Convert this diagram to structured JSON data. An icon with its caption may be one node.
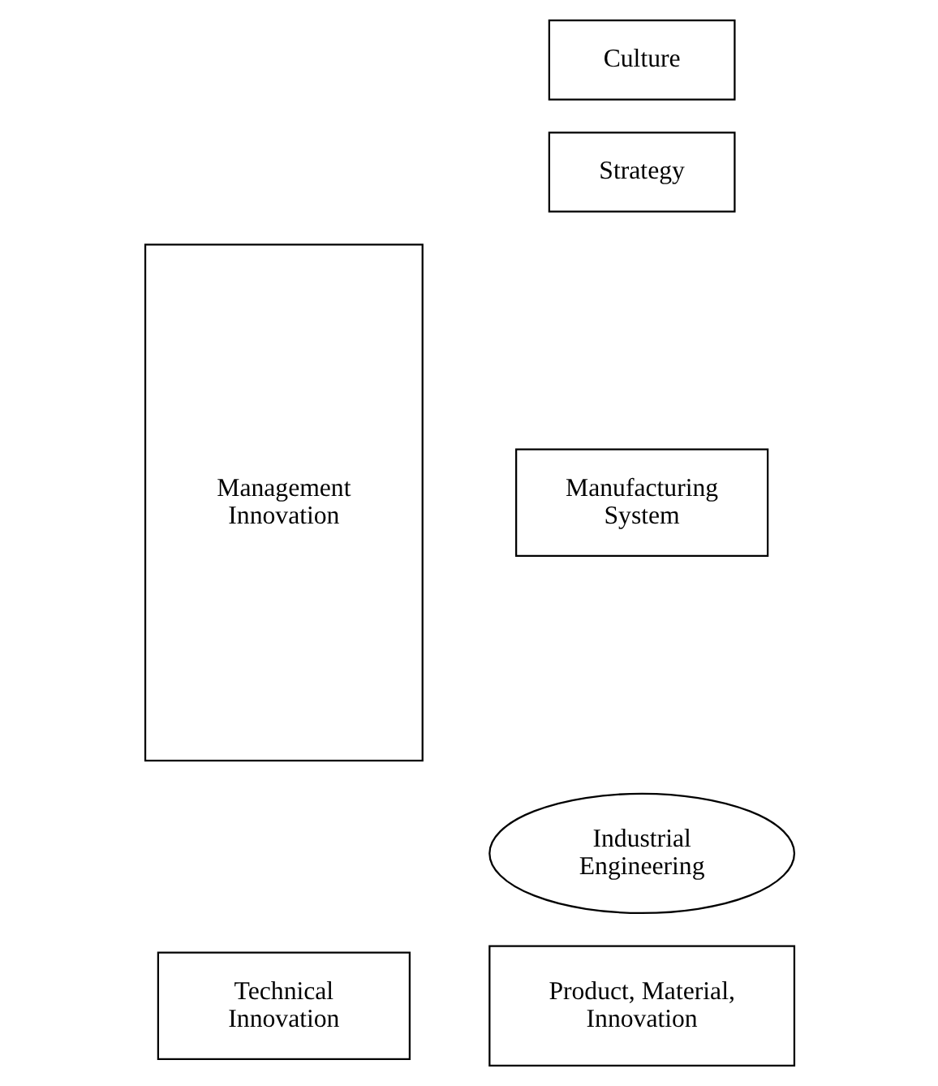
{
  "diagram": {
    "nodes": [
      {
        "text": [
          "Management Innovation"
        ]
      },
      {
        "text": [
          "Culture"
        ]
      },
      {
        "text": [
          "Strategy"
        ]
      },
      {
        "text": [
          "Manufacturing System"
        ]
      },
      {
        "text": [
          "Industrial Engineering"
        ]
      },
      {
        "text": [
          "Technical Innovation"
        ]
      },
      {
        "text": [
          "Product, Material, Innovation"
        ]
      }
    ],
    "edges": []
  }
}
